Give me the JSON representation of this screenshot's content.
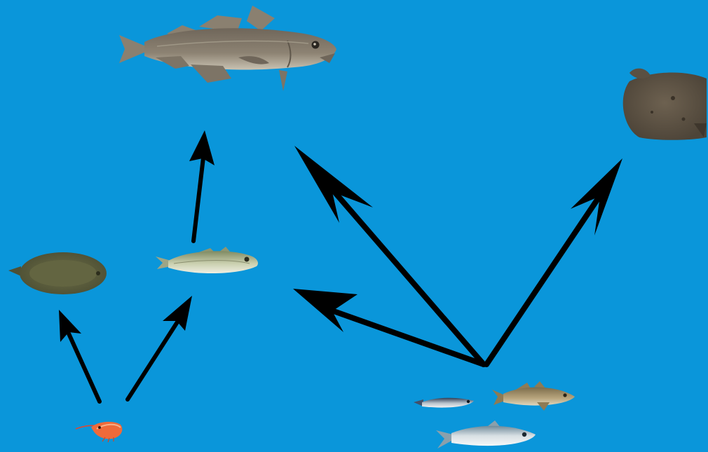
{
  "colors": {
    "background": "#0a96da",
    "arrow": "#000000"
  },
  "food_web": {
    "organisms": [
      {
        "id": "cod",
        "icon": "cod-fish-icon"
      },
      {
        "id": "turbot",
        "icon": "turbot-flatfish-icon"
      },
      {
        "id": "sole",
        "icon": "sole-flatfish-icon"
      },
      {
        "id": "whiting",
        "icon": "whiting-fish-icon"
      },
      {
        "id": "shrimp",
        "icon": "shrimp-icon"
      },
      {
        "id": "small_fish_group",
        "icon": "forage-fish-group-icon"
      }
    ],
    "links": [
      {
        "from": "whiting",
        "to": "cod"
      },
      {
        "from": "shrimp",
        "to": "sole"
      },
      {
        "from": "shrimp",
        "to": "whiting"
      },
      {
        "from": "small_fish_group",
        "to": "cod"
      },
      {
        "from": "small_fish_group",
        "to": "whiting"
      },
      {
        "from": "small_fish_group",
        "to": "turbot"
      }
    ]
  }
}
